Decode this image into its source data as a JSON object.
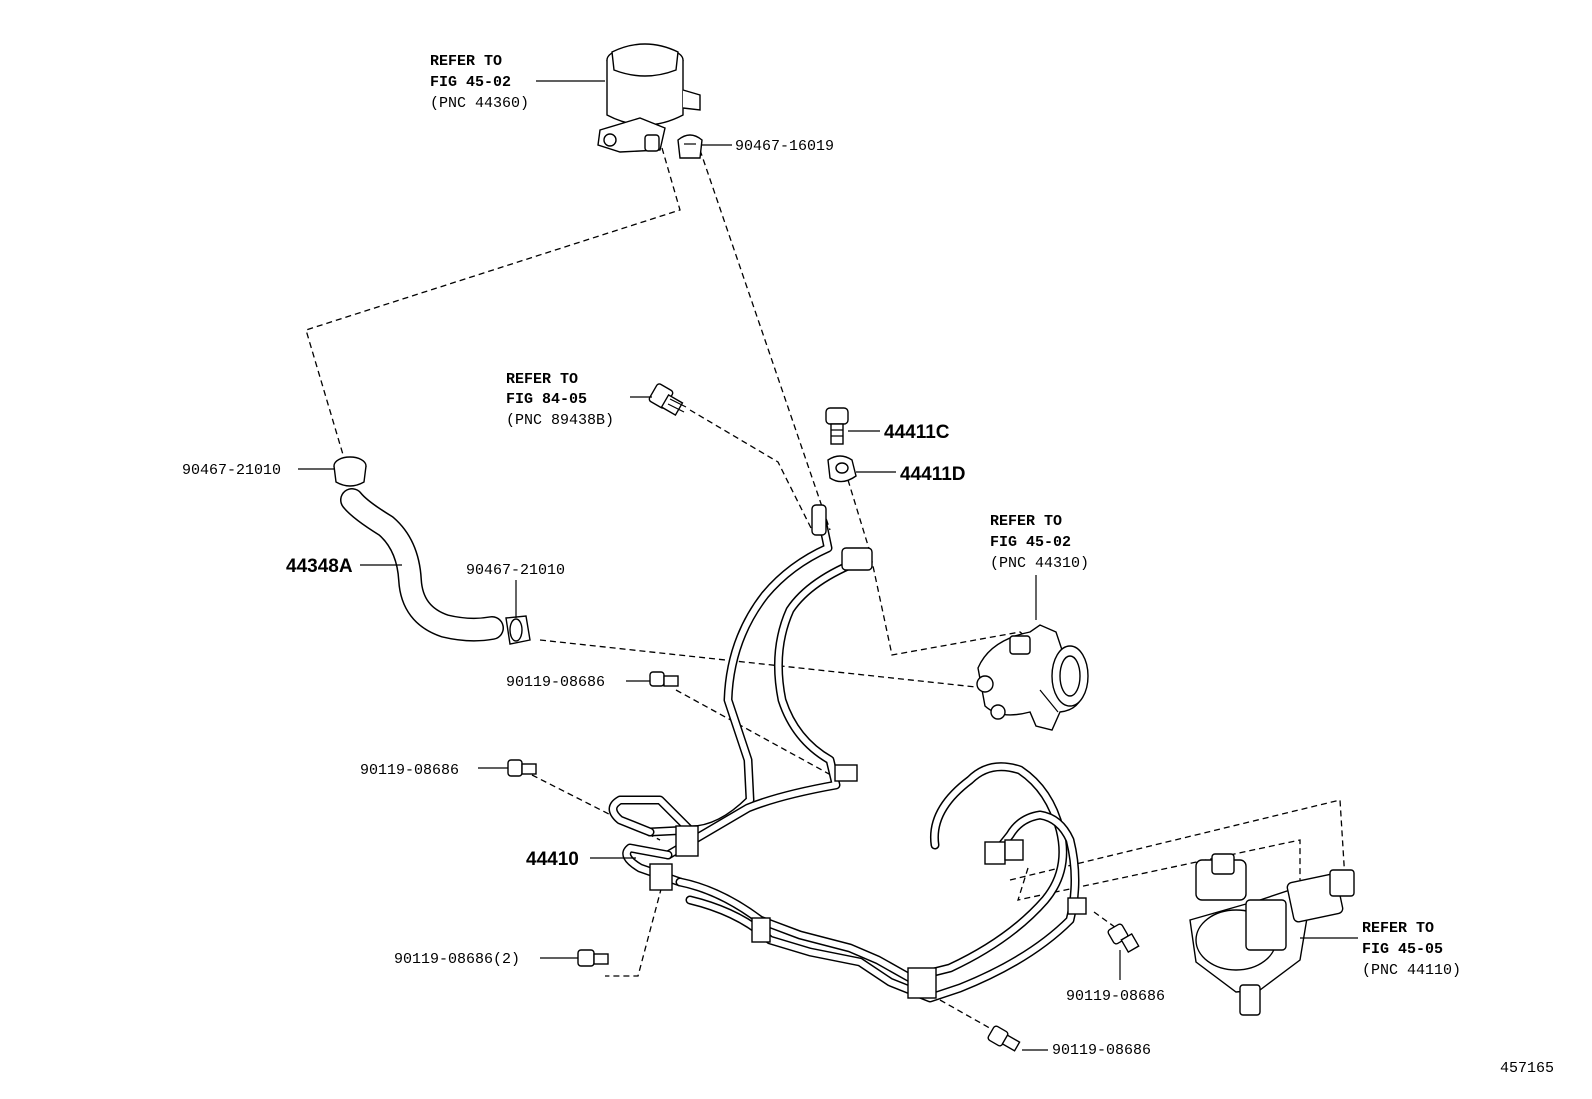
{
  "labels": {
    "ref_reservoir": [
      "REFER TO",
      "FIG 45-02",
      "(PNC 44360)"
    ],
    "clamp_top": "90467-16019",
    "ref_sensor": [
      "REFER TO",
      "FIG 84-05",
      "(PNC 89438B)"
    ],
    "bolt_c": "44411C",
    "gasket_d": "44411D",
    "clamp_left": "90467-21010",
    "hose": "44348A",
    "clamp_mid": "90467-21010",
    "ref_pump": [
      "REFER TO",
      "FIG 45-02",
      "(PNC 44310)"
    ],
    "bolt_1": "90119-08686",
    "bolt_2": "90119-08686",
    "tube_assy": "44410",
    "bolt_3": "90119-08686(2)",
    "bolt_4": "90119-08686",
    "bolt_5": "90119-08686",
    "ref_gear": [
      "REFER TO",
      "FIG 45-05",
      "(PNC 44110)"
    ],
    "figure_number": "457165"
  },
  "icons": [
    "reservoir-icon",
    "pump-icon",
    "steering-gear-icon",
    "bolt-icon",
    "clamp-icon",
    "sensor-icon",
    "gasket-icon",
    "hose-icon",
    "pressure-tube-icon"
  ]
}
